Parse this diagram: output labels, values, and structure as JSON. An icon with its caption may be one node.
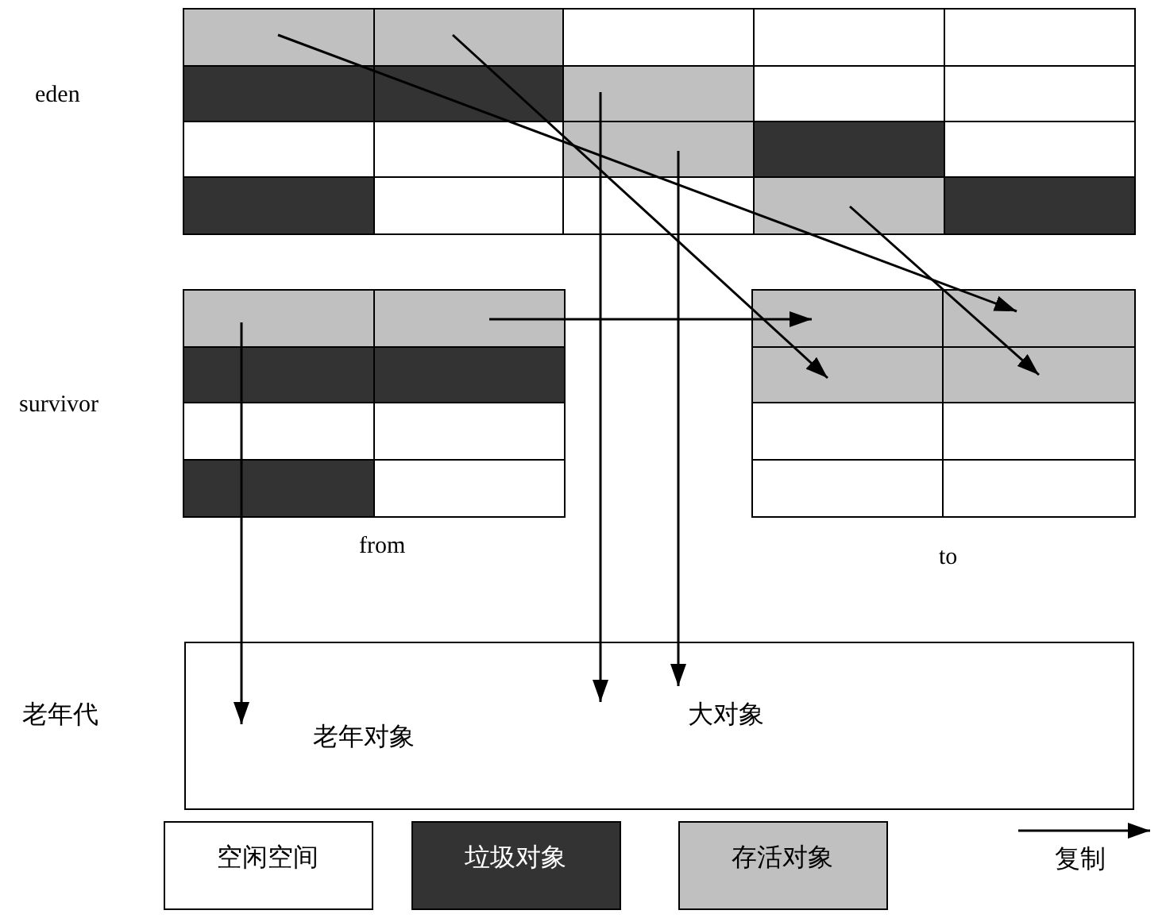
{
  "diagram": {
    "nodes": [
      {
        "text": [],
        "shape": "box"
      },
      {
        "text": [],
        "shape": "box",
        "beside": [
          "from"
        ]
      },
      {
        "text": [],
        "shape": "box",
        "beside": [
          "to"
        ]
      },
      {
        "text": [
          "老年对象",
          "大对象"
        ]
      }
    ],
    "edges": [
      {
        "from": 0,
        "to": 2,
        "arrow": "to"
      },
      {
        "from": 0,
        "to": 2,
        "arrow": "to"
      },
      {
        "from": 0,
        "to": 3,
        "arrow": "to"
      },
      {
        "from": 0,
        "to": 3,
        "arrow": "to"
      },
      {
        "from": 0,
        "to": 2,
        "arrow": "to"
      },
      {
        "from": 1,
        "to": 2,
        "arrow": "to"
      },
      {
        "from": 1,
        "to": 3,
        "arrow": "to"
      }
    ],
    "labels": [
      "eden",
      "survivor",
      "老年代"
    ],
    "legend": [
      {
        "text": "空闲空间",
        "color": "#ffffff"
      },
      {
        "text": "垃圾对象",
        "color": "#333333"
      },
      {
        "text": "存活对象",
        "color": "#c0c0c0"
      },
      {
        "text": "复制"
      }
    ]
  }
}
